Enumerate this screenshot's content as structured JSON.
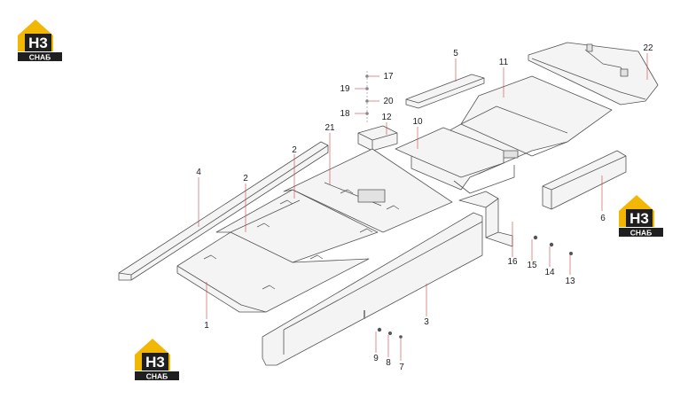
{
  "logo": {
    "main": "H3",
    "sub": "СНАБ",
    "colors": {
      "house": "#f2b705",
      "dark": "#1f1f1f",
      "letters": "#ffffff"
    }
  },
  "callouts": [
    {
      "id": "1",
      "label": "1"
    },
    {
      "id": "2a",
      "label": "2"
    },
    {
      "id": "2b",
      "label": "2"
    },
    {
      "id": "3",
      "label": "3"
    },
    {
      "id": "4",
      "label": "4"
    },
    {
      "id": "5",
      "label": "5"
    },
    {
      "id": "6",
      "label": "6"
    },
    {
      "id": "7",
      "label": "7"
    },
    {
      "id": "8",
      "label": "8"
    },
    {
      "id": "9",
      "label": "9"
    },
    {
      "id": "10",
      "label": "10"
    },
    {
      "id": "11",
      "label": "11"
    },
    {
      "id": "12",
      "label": "12"
    },
    {
      "id": "13",
      "label": "13"
    },
    {
      "id": "14",
      "label": "14"
    },
    {
      "id": "15",
      "label": "15"
    },
    {
      "id": "16",
      "label": "16"
    },
    {
      "id": "17",
      "label": "17"
    },
    {
      "id": "18",
      "label": "18"
    },
    {
      "id": "19",
      "label": "19"
    },
    {
      "id": "20",
      "label": "20"
    },
    {
      "id": "21",
      "label": "21"
    },
    {
      "id": "22",
      "label": "22"
    }
  ],
  "colors": {
    "line": "#555555",
    "leader": "#d04040",
    "fill": "#f4f4f4",
    "shade": "#e2e2e2"
  }
}
